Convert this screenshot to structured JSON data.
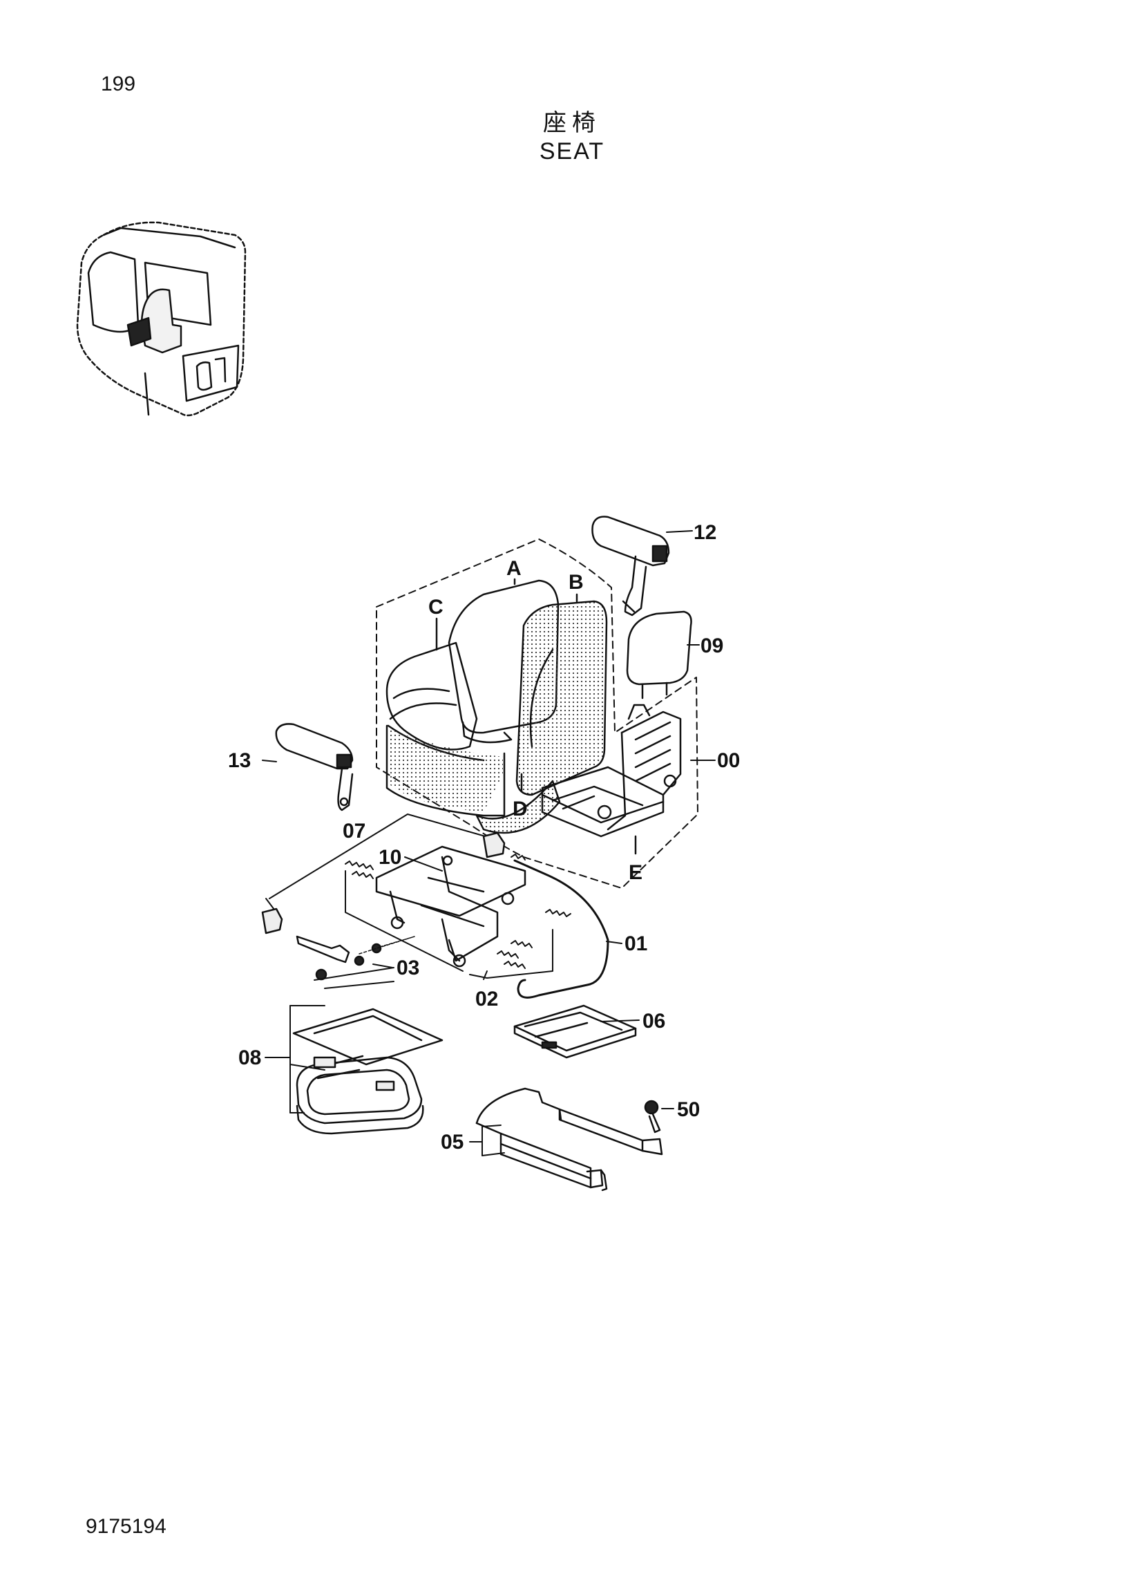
{
  "page": {
    "number": "199",
    "title_cn": "座椅",
    "title_en": "SEAT",
    "document_number": "9175194"
  },
  "callouts": {
    "A": "A",
    "B": "B",
    "C": "C",
    "D": "D",
    "E": "E",
    "p00": "00",
    "p01": "01",
    "p02": "02",
    "p03": "03",
    "p05": "05",
    "p06": "06",
    "p07": "07",
    "p08": "08",
    "p09": "09",
    "p10": "10",
    "p12": "12",
    "p13": "13",
    "p50": "50"
  }
}
